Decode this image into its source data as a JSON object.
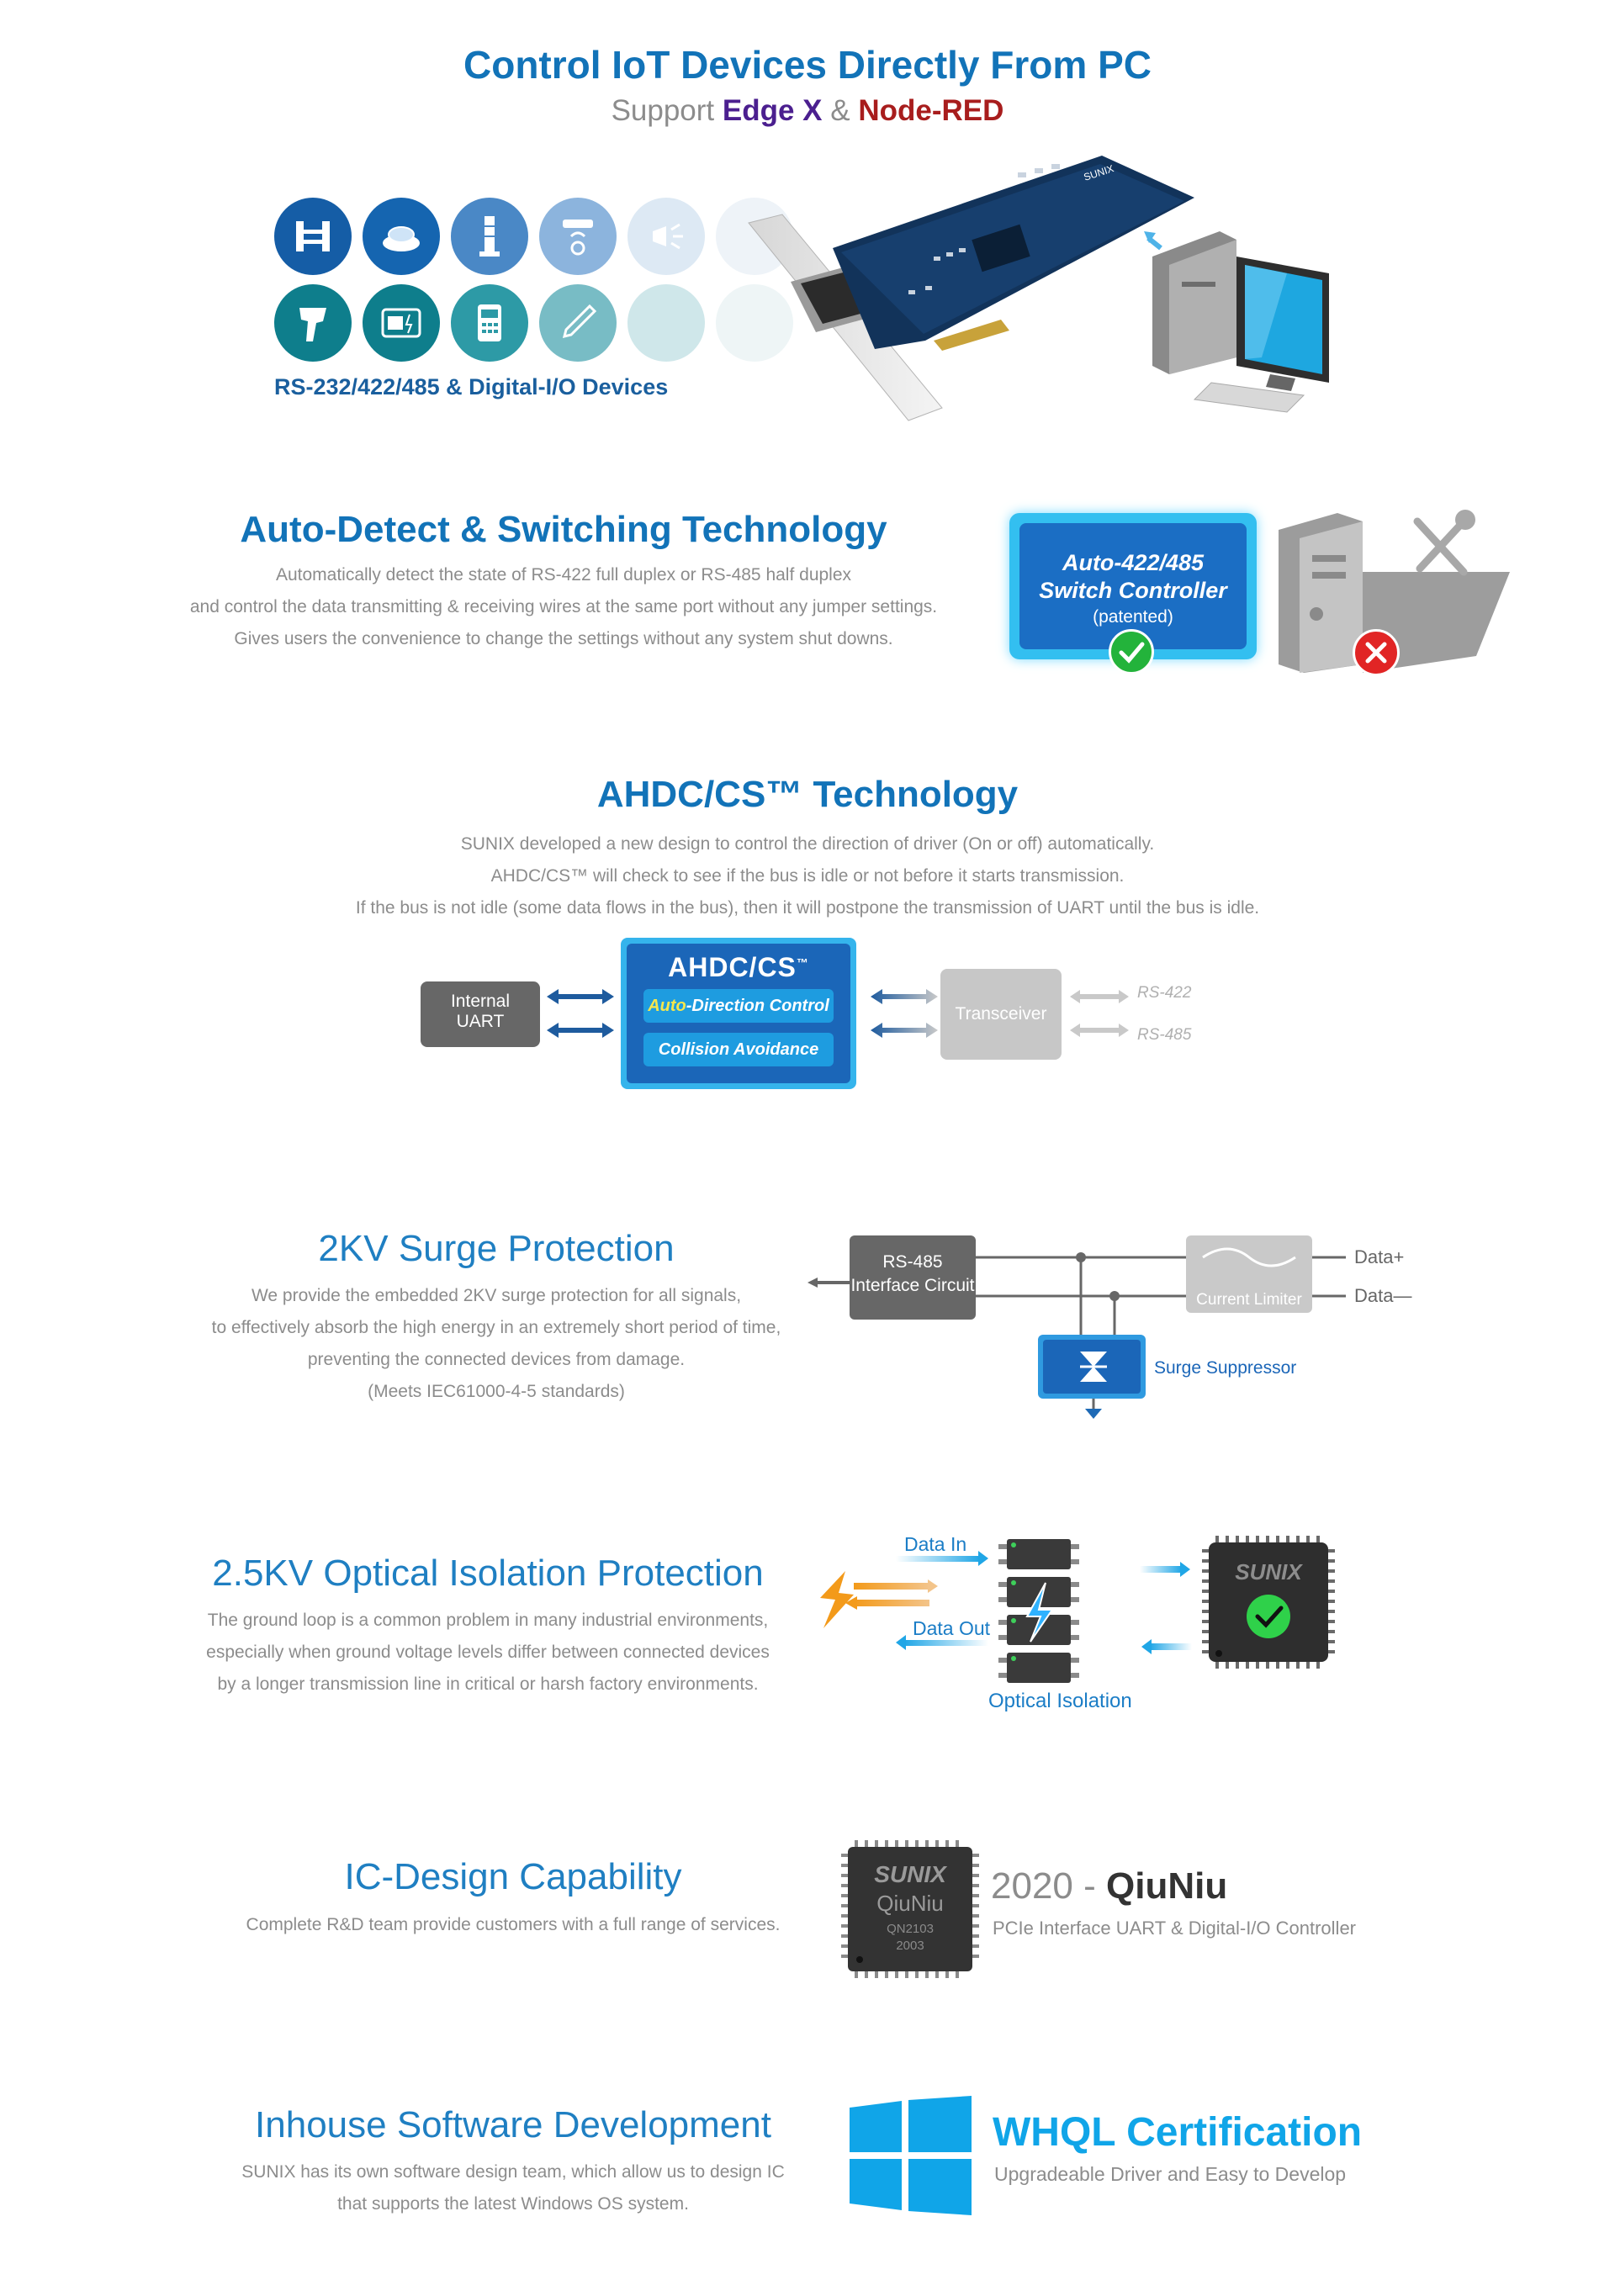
{
  "section1": {
    "title": "Control IoT Devices Directly From PC",
    "support_prefix": "Support",
    "edgex": "Edge X",
    "amp": "&",
    "nodered": "Node-RED",
    "devices_label": "RS-232/422/485 & Digital-I/O Devices",
    "icons": [
      "barrier-gate-icon",
      "button-icon",
      "signal-tower-icon",
      "smoke-detector-icon",
      "alarm-horn-icon",
      "blank-icon",
      "barcode-scanner-icon",
      "gauge-display-icon",
      "pos-terminal-icon",
      "stylus-icon",
      "blank-icon",
      "blank-icon"
    ],
    "card_label": "SUNIX"
  },
  "section2": {
    "title": "Auto-Detect & Switching Technology",
    "lines": [
      "Automatically detect the state of RS-422 full duplex or RS-485 half duplex",
      "and control the data transmitting & receiving wires at the same port without any jumper settings.",
      "Gives users the convenience to change the settings without any system shut downs."
    ],
    "box_line1": "Auto-422/485",
    "box_line2": "Switch Controller",
    "box_line3": "(patented)"
  },
  "section3": {
    "title": "AHDC/CS™ Technology",
    "lines": [
      "SUNIX developed a new design to control the direction of driver (On or off) automatically.",
      "AHDC/CS™ will check to see if the bus is idle or not before it starts transmission.",
      "If the bus is not idle (some data flows in the bus), then it will postpone the transmission of UART until the bus is idle."
    ],
    "uart_line1": "Internal",
    "uart_line2": "UART",
    "ahdc_title": "AHDC/CS",
    "tm": "™",
    "auto_word": "Auto",
    "direction_control": "-Direction Control",
    "collision": "Collision Avoidance",
    "transceiver": "Transceiver",
    "rs422": "RS-422",
    "rs485": "RS-485"
  },
  "section4": {
    "title": "2KV Surge Protection",
    "lines": [
      "We provide the embedded 2KV surge protection for all signals,",
      "to effectively absorb the high energy in an extremely short period of time,",
      "preventing the connected devices from damage.",
      "(Meets IEC61000-4-5 standards)"
    ],
    "circuit_line1": "RS-485",
    "circuit_line2": "Interface Circuit",
    "current_limiter": "Current Limiter",
    "data_plus": "Data+",
    "data_minus": "Data—",
    "surge_suppressor": "Surge Suppressor"
  },
  "section5": {
    "title": "2.5KV Optical Isolation Protection",
    "lines": [
      "The ground loop is a common problem in many industrial environments,",
      "especially when ground voltage levels differ between connected devices",
      "by a longer transmission line in critical or harsh factory environments."
    ],
    "data_in": "Data In",
    "data_out": "Data Out",
    "optical_isolation": "Optical Isolation",
    "chip_brand": "SUNIX"
  },
  "section6": {
    "title": "IC-Design Capability",
    "lines": [
      "Complete R&D team provide customers with a full range of services."
    ],
    "chip_brand": "SUNIX",
    "chip_name": "QiuNiu",
    "chip_code1": "QN2103",
    "chip_code2": "2003",
    "year": "2020 -",
    "product": "QiuNiu",
    "product_desc": "PCIe Interface  UART & Digital-I/O Controller"
  },
  "section7": {
    "title": "Inhouse Software Development",
    "lines": [
      "SUNIX has its own software design team, which allow us to design IC",
      "that supports the latest Windows OS system."
    ],
    "whql": "WHQL Certification",
    "whql_sub": "Upgradeable Driver and Easy to Develop"
  },
  "colors": {
    "accent_blue": "#1273b8",
    "edgex_purple": "#4b1f8f",
    "nodered_red": "#a81d1d",
    "teal": "#0e7e8c",
    "windows_blue": "#10a5e8"
  }
}
